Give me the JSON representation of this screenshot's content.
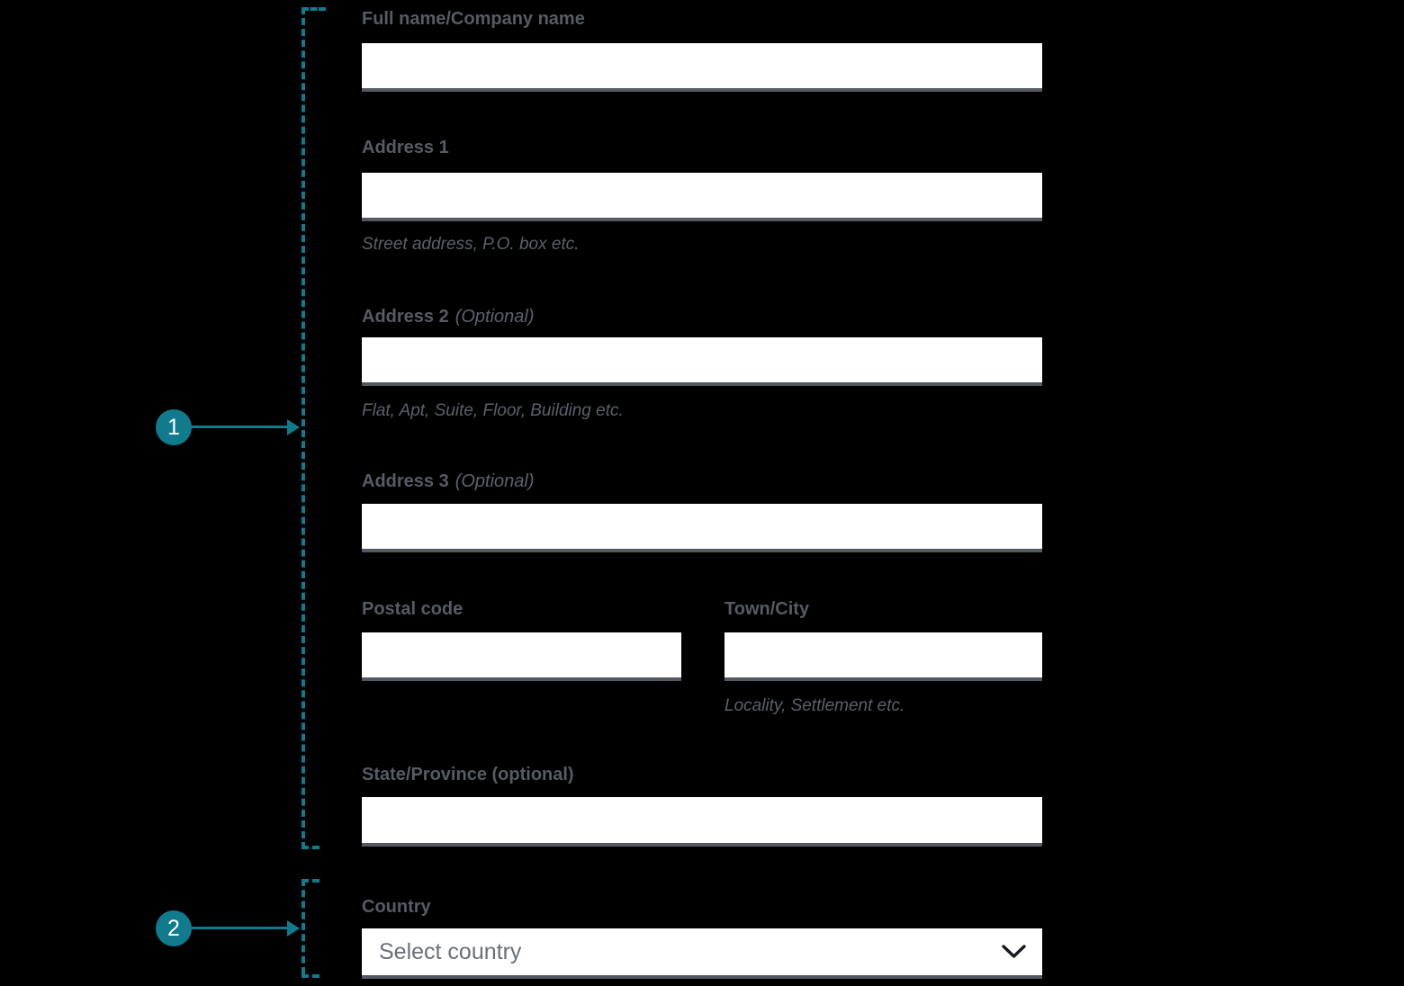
{
  "annotations": {
    "marker1": {
      "number": "1"
    },
    "marker2": {
      "number": "2"
    }
  },
  "form": {
    "full_name": {
      "label": "Full name/Company name",
      "value": ""
    },
    "address1": {
      "label": "Address 1",
      "hint": "Street address, P.O. box etc.",
      "value": ""
    },
    "address2": {
      "label": "Address 2",
      "optional": "(Optional)",
      "hint": "Flat, Apt, Suite, Floor, Building etc.",
      "value": ""
    },
    "address3": {
      "label": "Address 3",
      "optional": "(Optional)",
      "value": ""
    },
    "postal_code": {
      "label": "Postal code",
      "value": ""
    },
    "town_city": {
      "label": "Town/City",
      "hint": "Locality, Settlement etc.",
      "value": ""
    },
    "state_province": {
      "label": "State/Province (optional)",
      "value": ""
    },
    "country": {
      "label": "Country",
      "selected_value": "Select country"
    }
  },
  "colors": {
    "background": "#000000",
    "accent_teal": "#0f7b8d",
    "label_gray": "#565b64",
    "hint_gray": "#5b6069",
    "input_border_gray": "#555a62",
    "input_background": "#ffffff"
  }
}
